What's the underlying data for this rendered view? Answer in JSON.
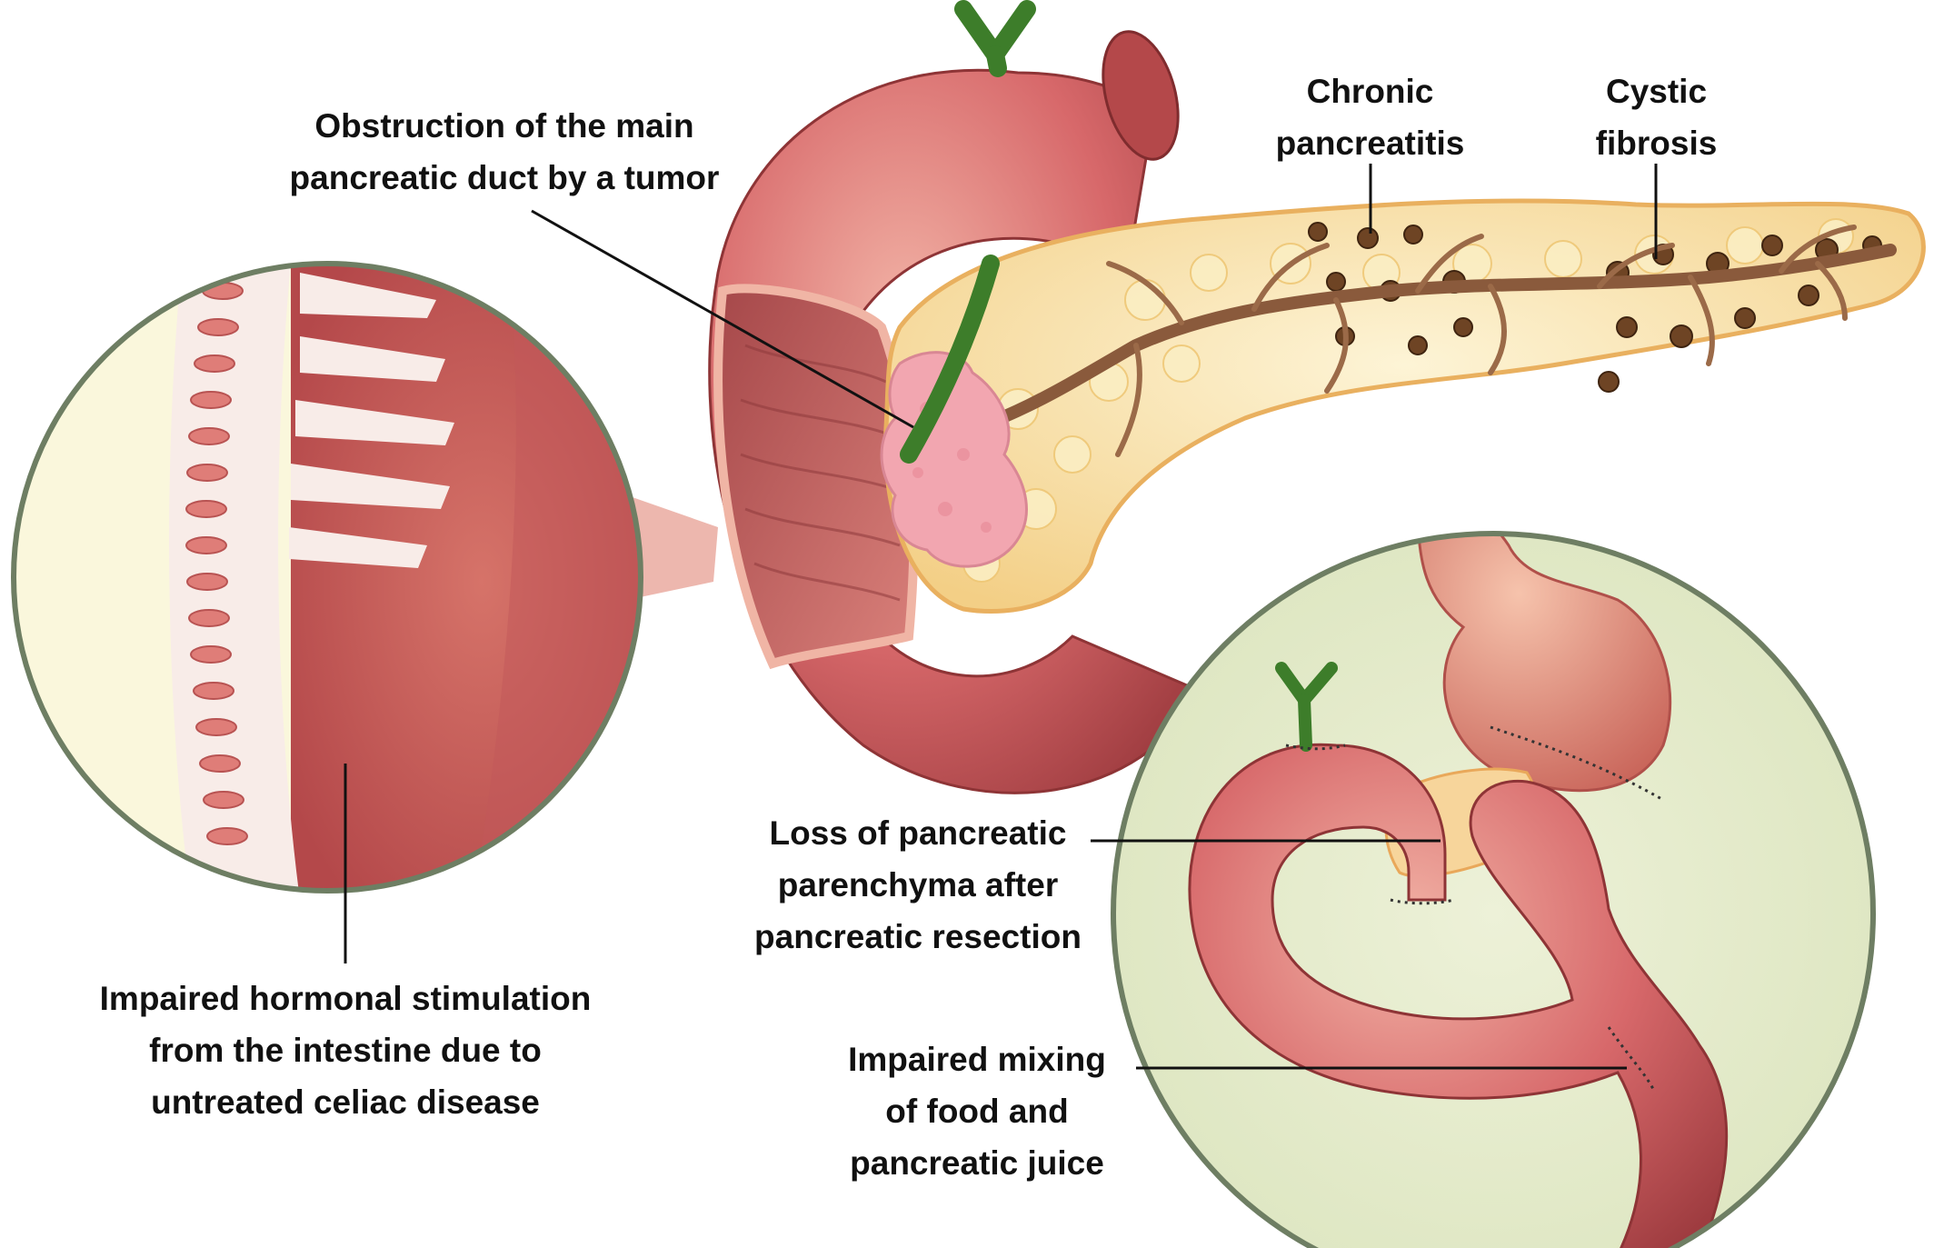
{
  "labels": {
    "tumor_obstruction": [
      "Obstruction of the main",
      "pancreatic duct by a tumor"
    ],
    "chronic_pancreatitis": [
      "Chronic",
      "pancreatitis"
    ],
    "cystic_fibrosis": [
      "Cystic",
      "fibrosis"
    ],
    "celiac_disease": [
      "Impaired hormonal stimulation",
      "from the intestine due to",
      "untreated celiac disease"
    ],
    "parenchyma_loss": [
      "Loss of pancreatic",
      "parenchyma after",
      "pancreatic resection"
    ],
    "impaired_mixing": [
      "Impaired mixing",
      "of food and",
      "pancreatic juice"
    ]
  },
  "colors": {
    "intestine": "#c9575a",
    "intestine_light": "#e8a195",
    "pancreas": "#f7dfa6",
    "pancreas_outline": "#e9b05f",
    "duct": "#8a5a3c",
    "bile_duct": "#3d7d2a",
    "tumor": "#f2a6b0",
    "circle_fill_left": "#faf7dc",
    "circle_fill_right": "#e7edcd",
    "circle_border": "#6e7e63",
    "leader_line": "#111111"
  }
}
